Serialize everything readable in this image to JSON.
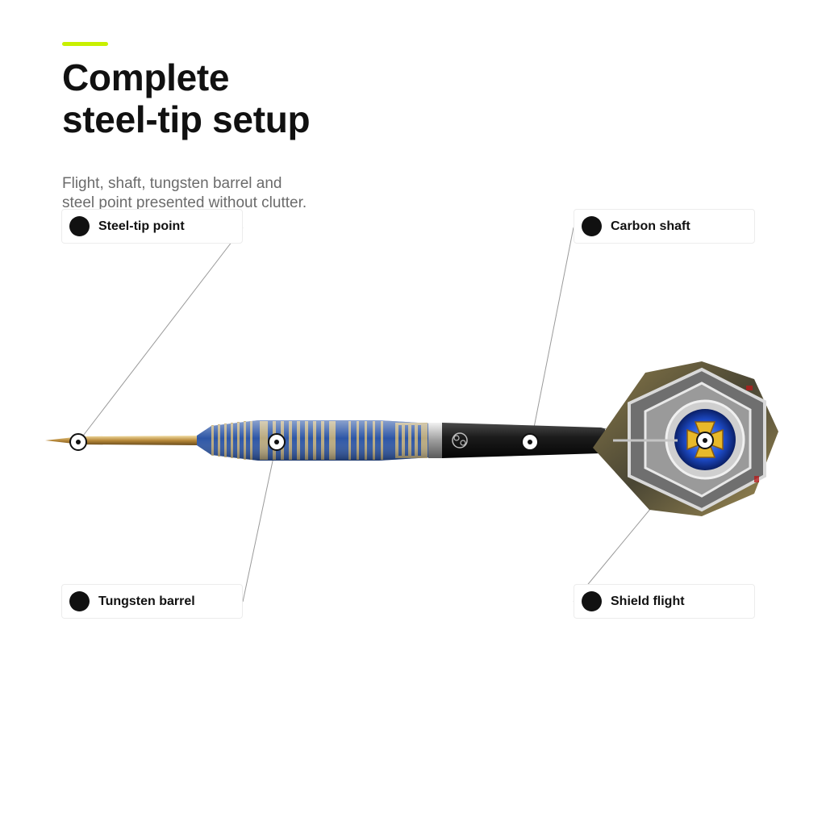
{
  "header": {
    "title_line1": "Complete",
    "title_line2": "steel-tip setup",
    "subtitle_line1": "Flight, shaft, tungsten barrel and",
    "subtitle_line2": "steel point presented without clutter.",
    "accent_color": "#c8f000"
  },
  "callouts": {
    "point": "Steel-tip point",
    "shaft": "Carbon shaft",
    "barrel": "Tungsten barrel",
    "flight": "Shield flight"
  },
  "colors": {
    "barrel_blue": "#2d56a6",
    "barrel_gold": "#c9b27a",
    "shaft": "#1a1a1a",
    "flight_center": "#1f4fd0",
    "cross": "#e8b92a"
  }
}
